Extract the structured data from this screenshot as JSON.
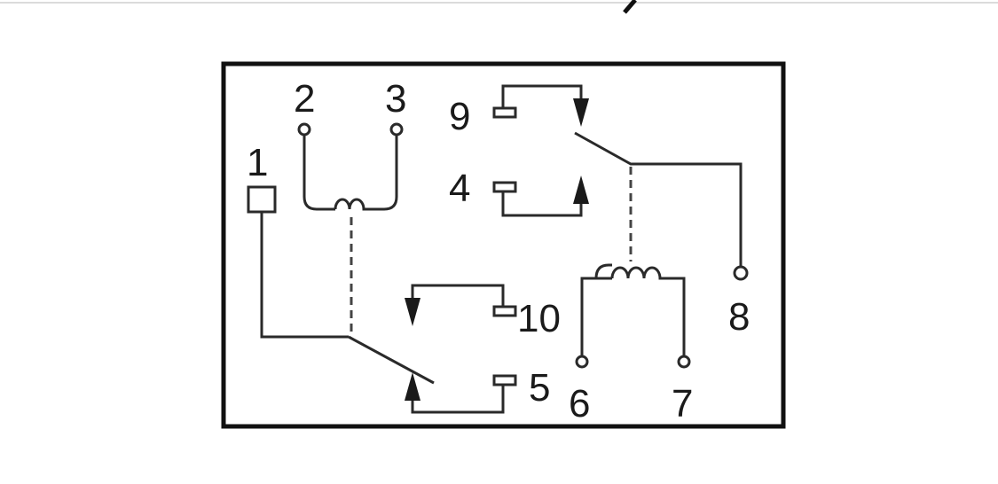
{
  "diagram": {
    "pins": {
      "p1": "1",
      "p2": "2",
      "p3": "3",
      "p4": "4",
      "p5": "5",
      "p6": "6",
      "p7": "7",
      "p8": "8",
      "p9": "9",
      "p10": "10"
    },
    "coil_a": "oo",
    "coil_b": "oo"
  }
}
